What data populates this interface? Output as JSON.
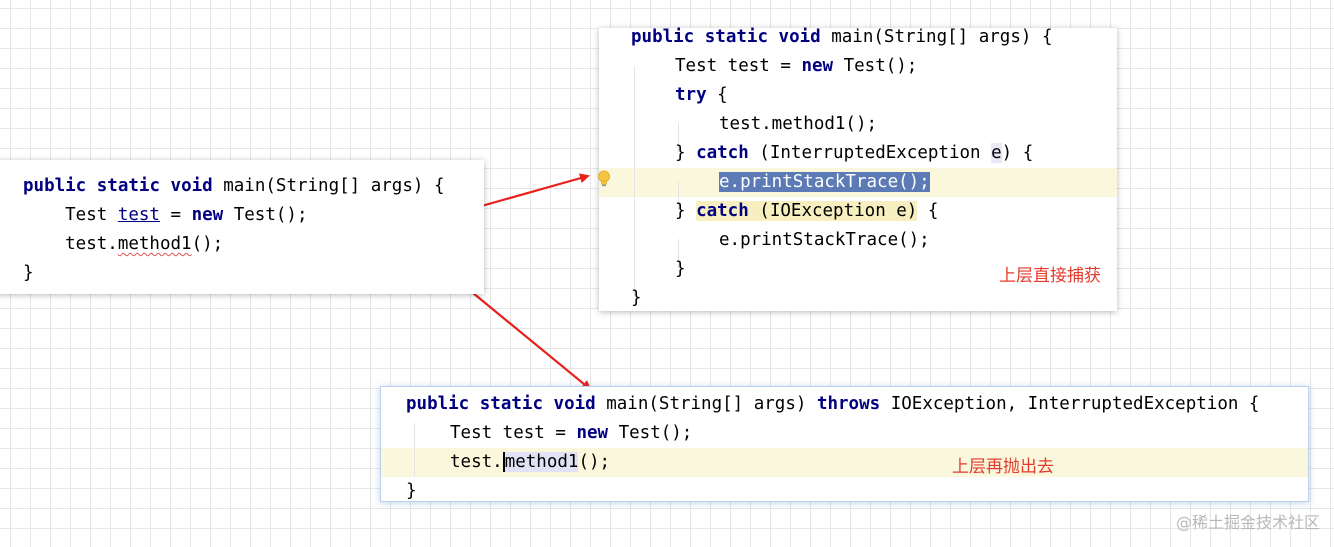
{
  "left_panel": {
    "line1": {
      "kw1": "public",
      "kw2": "static",
      "kw3": "void",
      "rest": " main(String[] args) {"
    },
    "line2": {
      "pre": "    Test ",
      "var": "test",
      "mid": " = ",
      "kw": "new",
      "post": " Test();"
    },
    "line3": {
      "pre": "    test.",
      "call": "method1",
      "post": "();"
    },
    "line4": "}"
  },
  "top_panel": {
    "line1": {
      "kw1": "public",
      "kw2": "static",
      "kw3": "void",
      "rest": " main(String[] args) {"
    },
    "line2": {
      "pre": "Test test = ",
      "kw": "new",
      "post": " Test();"
    },
    "line3": {
      "kw": "try",
      "post": " {"
    },
    "line4": "test.method1();",
    "line5": {
      "pre": "} ",
      "kw": "catch",
      "mid": " (InterruptedException ",
      "var": "e",
      "post": ") {"
    },
    "line6": "e.printStackTrace();",
    "line7": {
      "pre": "} ",
      "kw": "catch",
      "mid": " (IOException e)",
      "post": " {"
    },
    "line8": "e.printStackTrace();",
    "line9": "}",
    "line10": "}",
    "note": "上层直接捕获"
  },
  "bottom_panel": {
    "line1": {
      "kw1": "public",
      "kw2": "static",
      "kw3": "void",
      "mid": " main(String[] args) ",
      "kw4": "throws",
      "post": " IOException, InterruptedException {"
    },
    "line2": {
      "pre": "Test test = ",
      "kw": "new",
      "post": " Test();"
    },
    "line3": {
      "pre": "test.",
      "call": "method1",
      "post": "();"
    },
    "line4": "}",
    "note": "上层再抛出去"
  },
  "colors": {
    "keyword": "#000080",
    "annotation": "#e33b2e",
    "arrow": "#e8211c",
    "selection": "#5c7bb6"
  },
  "icons": {
    "bulb": "lightbulb-icon"
  },
  "watermark": "@稀土掘金技术社区"
}
